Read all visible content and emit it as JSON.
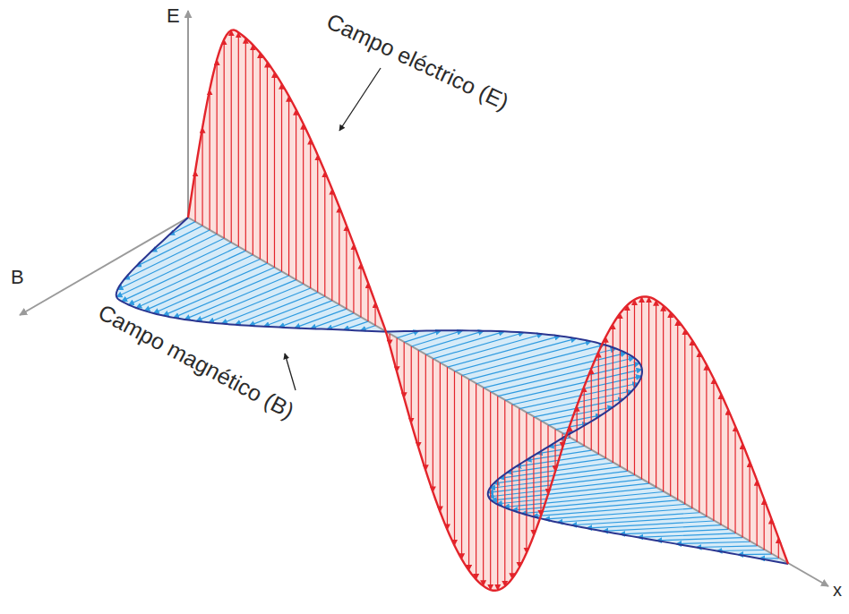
{
  "diagram": {
    "labels": [
      "E",
      "Campo eléctrico (E)",
      "B",
      "Campo magnético (B)",
      "x"
    ]
  }
}
